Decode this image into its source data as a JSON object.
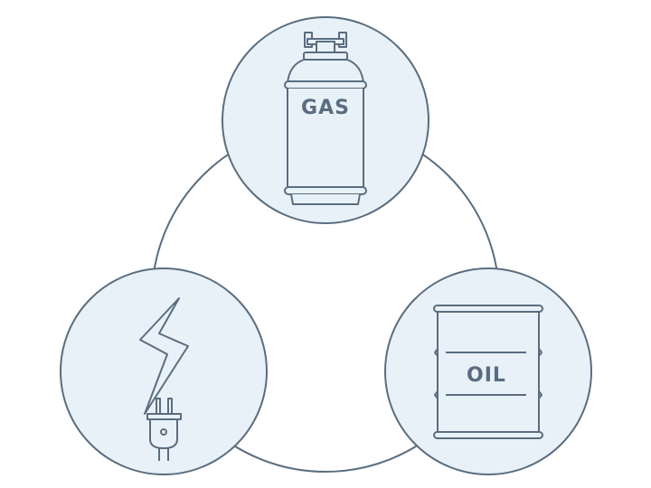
{
  "colors": {
    "stroke": "#5a6d80",
    "circle_fill": "#e9f1f8",
    "background": "#ffffff"
  },
  "nodes": [
    {
      "id": "gas",
      "label": "GAS",
      "icon": "gas-cylinder-icon"
    },
    {
      "id": "electricity",
      "label": "",
      "icon": "lightning-plug-icon"
    },
    {
      "id": "oil",
      "label": "OIL",
      "icon": "oil-barrel-icon"
    }
  ]
}
